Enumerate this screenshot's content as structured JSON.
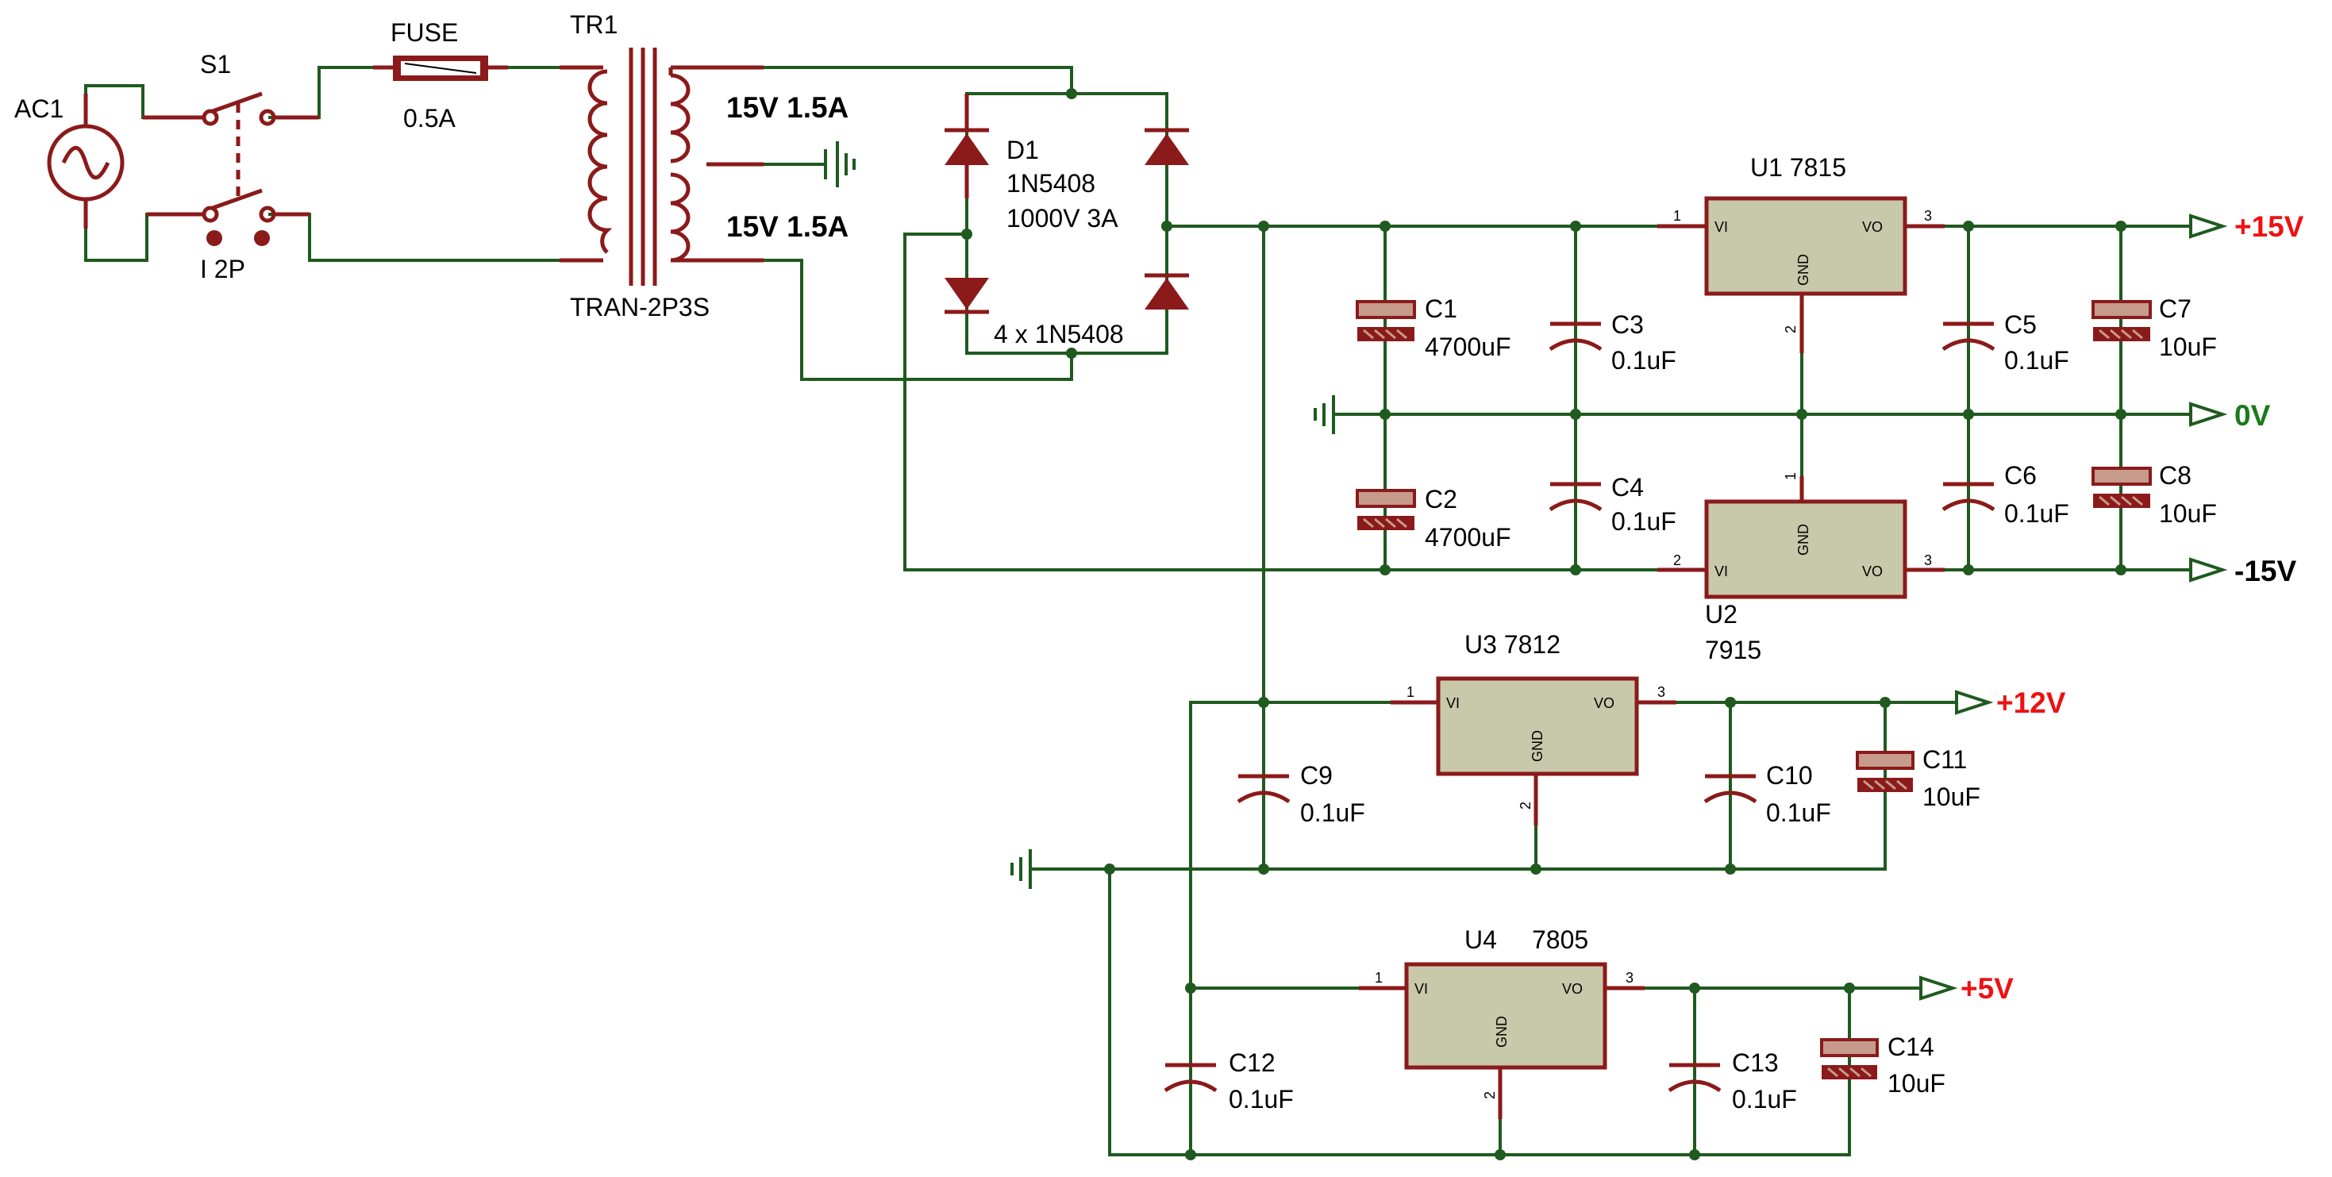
{
  "source": {
    "ref": "AC1"
  },
  "switch": {
    "ref": "S1",
    "value": "I 2P"
  },
  "fuse": {
    "ref": "FUSE",
    "value": "0.5A"
  },
  "transformer": {
    "ref": "TR1",
    "value": "TRAN-2P3S",
    "winding_top": "15V 1.5A",
    "winding_bottom": "15V 1.5A"
  },
  "bridge": {
    "ref": "D1",
    "part": "1N5408",
    "rating": "1000V 3A",
    "note": "4 x 1N5408"
  },
  "regulators": {
    "u1": {
      "title": "U1 7815",
      "vi": "VI",
      "vo": "VO",
      "gnd": "GND",
      "pin_in": "1",
      "pin_gnd": "2",
      "pin_out": "3"
    },
    "u2": {
      "ref": "U2",
      "value": "7915",
      "vi": "VI",
      "vo": "VO",
      "gnd": "GND",
      "pin_in": "2",
      "pin_gnd": "1",
      "pin_out": "3"
    },
    "u3": {
      "title": "U3 7812",
      "vi": "VI",
      "vo": "VO",
      "gnd": "GND",
      "pin_in": "1",
      "pin_gnd": "2",
      "pin_out": "3"
    },
    "u4": {
      "ref": "U4",
      "value": "7805",
      "vi": "VI",
      "vo": "VO",
      "gnd": "GND",
      "pin_in": "1",
      "pin_gnd": "2",
      "pin_out": "3"
    }
  },
  "capacitors": {
    "c1": {
      "ref": "C1",
      "value": "4700uF"
    },
    "c2": {
      "ref": "C2",
      "value": "4700uF"
    },
    "c3": {
      "ref": "C3",
      "value": "0.1uF"
    },
    "c4": {
      "ref": "C4",
      "value": "0.1uF"
    },
    "c5": {
      "ref": "C5",
      "value": "0.1uF"
    },
    "c6": {
      "ref": "C6",
      "value": "0.1uF"
    },
    "c7": {
      "ref": "C7",
      "value": "10uF"
    },
    "c8": {
      "ref": "C8",
      "value": "10uF"
    },
    "c9": {
      "ref": "C9",
      "value": "0.1uF"
    },
    "c10": {
      "ref": "C10",
      "value": "0.1uF"
    },
    "c11": {
      "ref": "C11",
      "value": "10uF"
    },
    "c12": {
      "ref": "C12",
      "value": "0.1uF"
    },
    "c13": {
      "ref": "C13",
      "value": "0.1uF"
    },
    "c14": {
      "ref": "C14",
      "value": "10uF"
    }
  },
  "outputs": {
    "p15": "+15V",
    "zero": "0V",
    "n15": "-15V",
    "p12": "+12V",
    "p5": "+5V"
  },
  "colors": {
    "wire": "#1f5a1f",
    "component": "#8b1a1a",
    "ic_fill": "#c8c8aa",
    "positive_label": "#ee1111",
    "ground_label": "#1b7a1b"
  }
}
